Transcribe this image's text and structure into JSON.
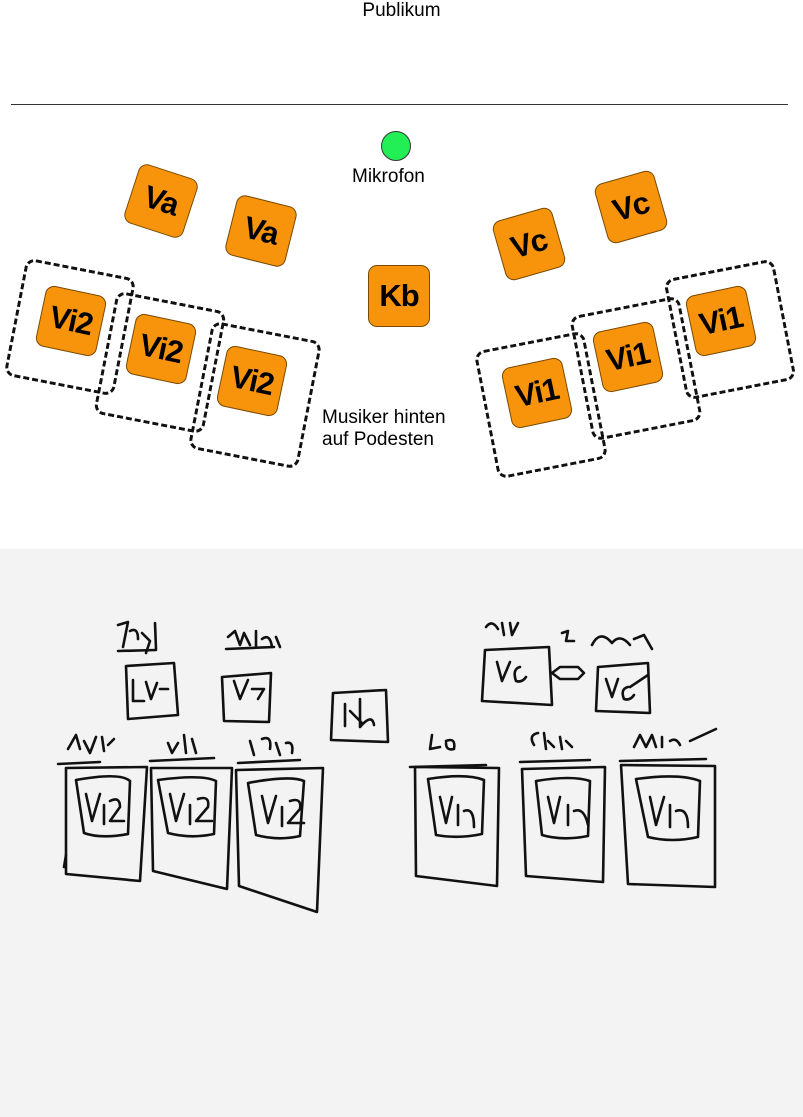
{
  "diagram": {
    "audience_label": "Publikum",
    "microphone_label": "Mikrofon",
    "note_line1": "Musiker hinten",
    "note_line2": "auf Podesten",
    "seats": [
      {
        "id": "va1",
        "label": "Va"
      },
      {
        "id": "va2",
        "label": "Va"
      },
      {
        "id": "kb",
        "label": "Kb"
      },
      {
        "id": "vc1",
        "label": "Vc"
      },
      {
        "id": "vc2",
        "label": "Vc"
      },
      {
        "id": "vi2a",
        "label": "Vi2"
      },
      {
        "id": "vi2b",
        "label": "Vi2"
      },
      {
        "id": "vi2c",
        "label": "Vi2"
      },
      {
        "id": "vi1a",
        "label": "Vi1"
      },
      {
        "id": "vi1b",
        "label": "Vi1"
      },
      {
        "id": "vi1c",
        "label": "Vi1"
      }
    ],
    "colors": {
      "seat": "#f7940b",
      "microphone": "#22ee55",
      "sketch_bg": "#f3f3f3"
    }
  },
  "sketch": {
    "description_type": "handwritten seating sketch",
    "boxes": [
      "Va",
      "Va",
      "Kb",
      "Vc",
      "Vc",
      "Vi2",
      "Vi2",
      "Vi2",
      "Vi1",
      "Vi1",
      "Vi1"
    ],
    "names": [
      "Jany",
      "Mike",
      "Sus",
      "2",
      "Maria",
      "Anti",
      "Ulli",
      "Freijo",
      "Leo",
      "Chri",
      "Mic"
    ]
  }
}
